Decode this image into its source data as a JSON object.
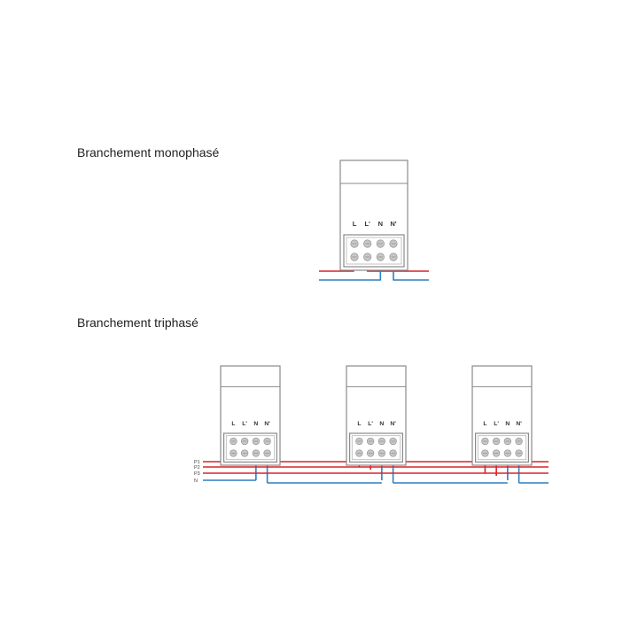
{
  "headings": {
    "mono": "Branchement monophasé",
    "tri": "Branchement triphasé"
  },
  "terminals": [
    "L",
    "L'",
    "N",
    "N'"
  ],
  "bus_labels": [
    "P1",
    "P2",
    "P3",
    "N"
  ],
  "colors": {
    "phase": "#d8232a",
    "neutral": "#2f7fbf",
    "housing": "#8a8a8a",
    "screw": "#c8c8c8"
  }
}
